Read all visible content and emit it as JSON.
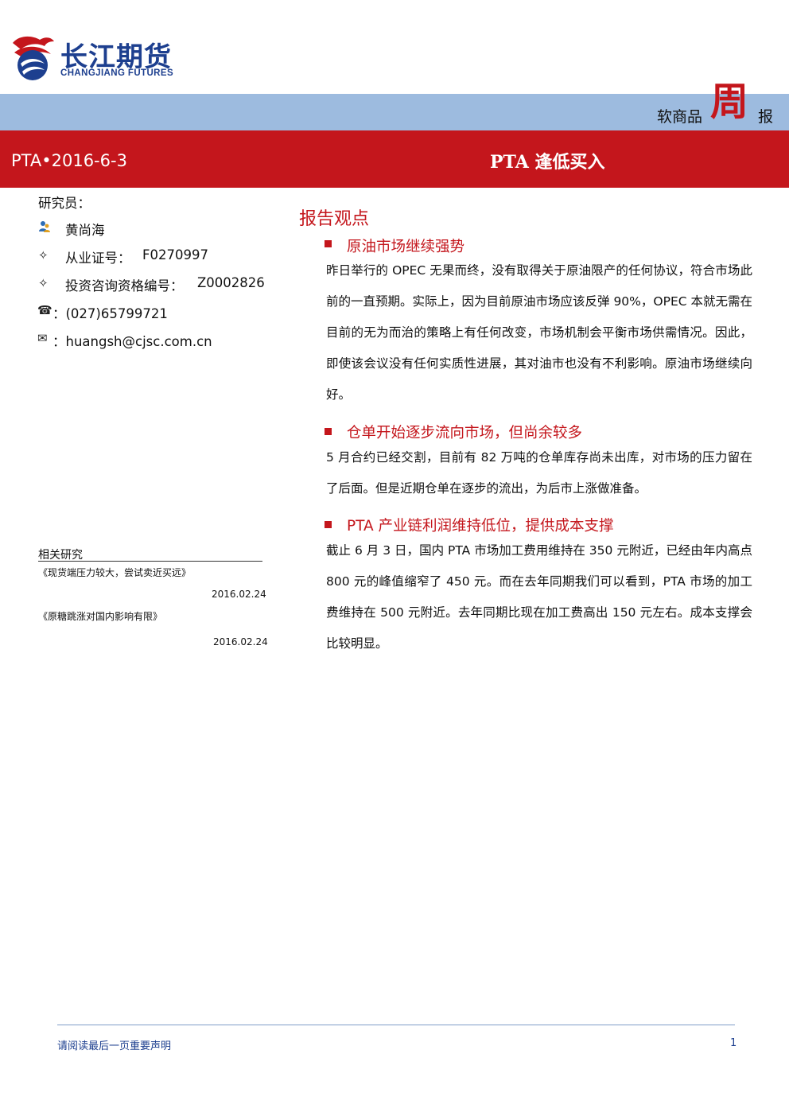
{
  "header": {
    "logo_cn": "长江期货",
    "logo_en": "CHANGJIANG FUTURES",
    "report_category_prefix": "软商品",
    "report_category_big": "周",
    "report_category_suffix": "报",
    "code_date": "PTA•2016-6-3",
    "title": "PTA 逢低买入"
  },
  "researcher": {
    "label": "研究员：",
    "name": "黄尚海",
    "license_label": "从业证号：",
    "license_value": "F0270997",
    "consult_label": "投资咨询资格编号：",
    "consult_value": "Z0002826",
    "phone": "：(027)65799721",
    "email": "：huangsh@cjsc.com.cn"
  },
  "related": {
    "title": "相关研究",
    "items": [
      {
        "title": "《现货端压力较大，尝试卖近买远》",
        "date": "2016.02.24"
      },
      {
        "title": "《原糖跳涨对国内影响有限》",
        "date": "2016.02.24"
      }
    ]
  },
  "report": {
    "section_title": "报告观点",
    "sections": [
      {
        "heading": "原油市场继续强势",
        "body": "昨日举行的 OPEC 无果而终，没有取得关于原油限产的任何协议，符合市场此前的一直预期。实际上，因为目前原油市场应该反弹 90%，OPEC 本就无需在目前的无为而治的策略上有任何改变，市场机制会平衡市场供需情况。因此，即使该会议没有任何实质性进展，其对油市也没有不利影响。原油市场继续向好。"
      },
      {
        "heading": "仓单开始逐步流向市场，但尚余较多",
        "body": "5 月合约已经交割，目前有 82 万吨的仓单库存尚未出库，对市场的压力留在了后面。但是近期仓单在逐步的流出，为后市上涨做准备。"
      },
      {
        "heading": "PTA 产业链利润维持低位，提供成本支撑",
        "body": "截止 6 月 3 日，国内 PTA 市场加工费用维持在 350 元附近，已经由年内高点 800 元的峰值缩窄了 450 元。而在去年同期我们可以看到，PTA 市场的加工费维持在 500 元附近。去年同期比现在加工费高出 150 元左右。成本支撑会比较明显。"
      }
    ]
  },
  "footer": {
    "notice": "请阅读最后一页重要声明",
    "page": "1"
  },
  "colors": {
    "brand_blue": "#1d3f8f",
    "band_blue": "#9dbbdf",
    "brand_red": "#c4161c"
  }
}
